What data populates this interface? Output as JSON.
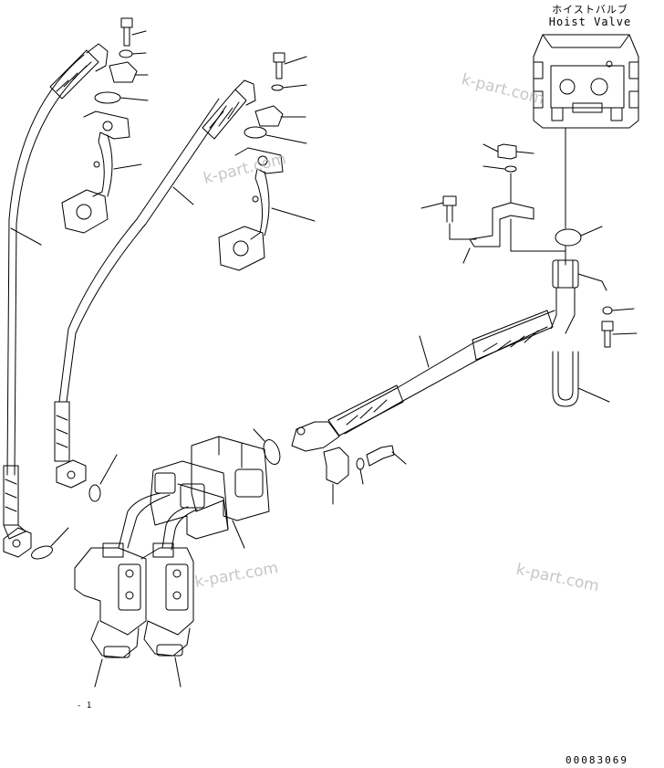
{
  "labels": {
    "hoist_valve_jp": "ホイストバルブ",
    "hoist_valve_en": "Hoist Valve"
  },
  "watermark": "k-part.com",
  "figure_code": "00083069",
  "ref_mark": "- 1",
  "colors": {
    "line": "#000000",
    "watermark": "#b8b8b8"
  }
}
